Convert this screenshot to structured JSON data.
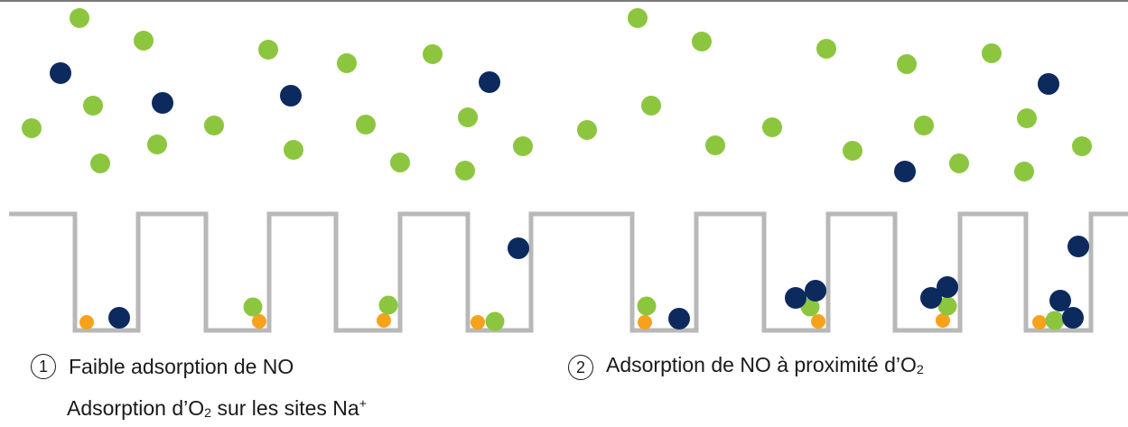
{
  "colors": {
    "no": "#0d2a5f",
    "o2": "#8cc63f",
    "na_site": "#f7a21b",
    "surface": "#b8b8b8"
  },
  "steps": [
    {
      "number": "1",
      "line1": "Faible adsorption de NO",
      "line2_pre": "Adsorption d’O",
      "line2_sub": "2",
      "line2_mid": " sur les sites Na",
      "line2_sup": "+"
    },
    {
      "number": "2",
      "line1_pre": "Adsorption de NO à proximité d’O",
      "line1_sub": "2"
    }
  ]
}
